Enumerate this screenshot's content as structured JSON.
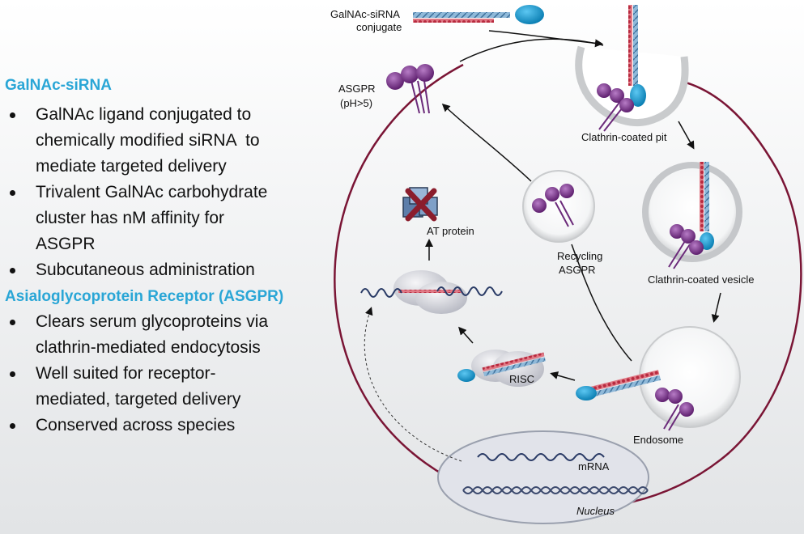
{
  "left": {
    "heading1": "GalNAc-siRNA",
    "bullets1": [
      [
        "GalNAc ligand conjugated to",
        "chemically modified siRNA  to",
        "mediate targeted delivery"
      ],
      [
        "Trivalent GalNAc carbohydrate",
        "cluster has nM affinity for",
        "ASGPR"
      ],
      [
        "Subcutaneous administration"
      ]
    ],
    "heading2": "Asialoglycoprotein Receptor (ASGPR)",
    "bullets2": [
      [
        "Clears serum glycoproteins via",
        "clathrin-mediated endocytosis"
      ],
      [
        "Well suited for receptor-",
        "mediated, targeted delivery"
      ],
      [
        "Conserved across species"
      ]
    ]
  },
  "diagram": {
    "conjugate_label": [
      "GalNAc-siRNA",
      "conjugate"
    ],
    "asgpr_label": [
      "ASGPR",
      "(pH>5)"
    ],
    "pit_label": "Clathrin-coated pit",
    "vesicle_label": "Clathrin-coated vesicle",
    "recycling_label": [
      "Recycling",
      "ASGPR"
    ],
    "endosome_label": "Endosome",
    "at_label": "AT protein",
    "risc_label": "RISC",
    "mrna_label": "mRNA",
    "nucleus_label": "Nucleus"
  },
  "colors": {
    "heading": "#2aa6d6",
    "membrane": "#7a1535",
    "galnac": "#6b2a7a",
    "sirna_red": "#c0344a",
    "sirna_blue": "#4a86b8",
    "ligand": "#1a9ad6"
  }
}
